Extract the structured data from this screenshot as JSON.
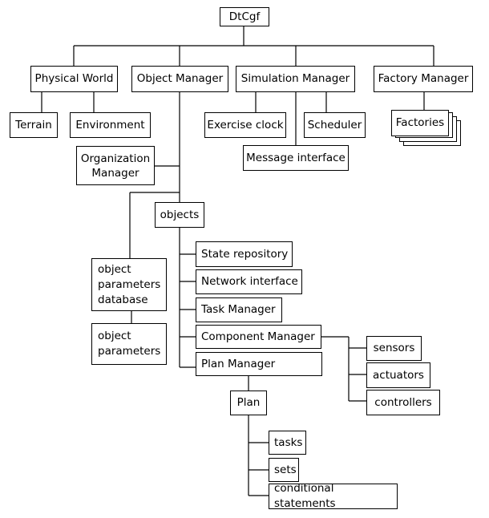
{
  "nodes": {
    "root": "DtCgf",
    "physical_world": "Physical World",
    "object_manager": "Object Manager",
    "simulation_manager": "Simulation Manager",
    "factory_manager": "Factory Manager",
    "terrain": "Terrain",
    "environment": "Environment",
    "exercise_clock": "Exercise clock",
    "scheduler": "Scheduler",
    "message_interface": "Message interface",
    "factories": "Factories",
    "organization_manager": [
      "Organization",
      "Manager"
    ],
    "objects": "objects",
    "object_parameters_database": [
      "object",
      "parameters",
      "database"
    ],
    "object_parameters": [
      "object",
      "parameters"
    ],
    "state_repository": "State repository",
    "network_interface": "Network interface",
    "task_manager": "Task Manager",
    "component_manager": "Component Manager",
    "plan_manager": "Plan Manager",
    "sensors": "sensors",
    "actuators": "actuators",
    "controllers": "controllers",
    "plan": "Plan",
    "tasks": "tasks",
    "sets": "sets",
    "conditional_statements": "conditional statements"
  },
  "colors": {
    "line": "#000000",
    "box_fill": "#ffffff",
    "text": "#000000"
  }
}
